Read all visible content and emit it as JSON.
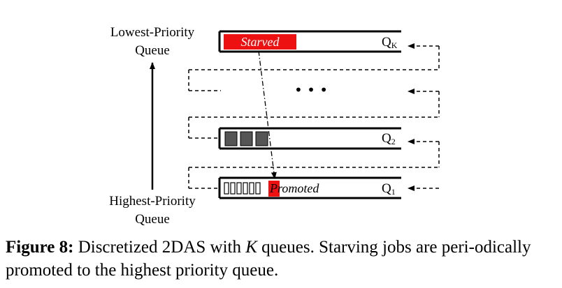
{
  "figure": {
    "label_lowest_line1": "Lowest-Priority",
    "label_lowest_line2": "Queue",
    "label_highest_line1": "Highest-Priority",
    "label_highest_line2": "Queue",
    "queue_k_label": "Q",
    "queue_k_sub": "K",
    "queue_2_label": "Q",
    "queue_2_sub": "2",
    "queue_1_label": "Q",
    "queue_1_sub": "1",
    "starved_label": "Starved",
    "promoted_label": "Promoted",
    "ellipsis": "• • •",
    "colors": {
      "starved_fill": "#ee1111",
      "job_fill": "#555555",
      "promoted_fill": "#ee1111"
    }
  },
  "caption": {
    "label": "Figure 8:",
    "text_part1": " Discretized 2DAS with ",
    "text_var": "K",
    "text_part2": " queues. Starving jobs are peri-odically promoted to the highest priority queue."
  }
}
